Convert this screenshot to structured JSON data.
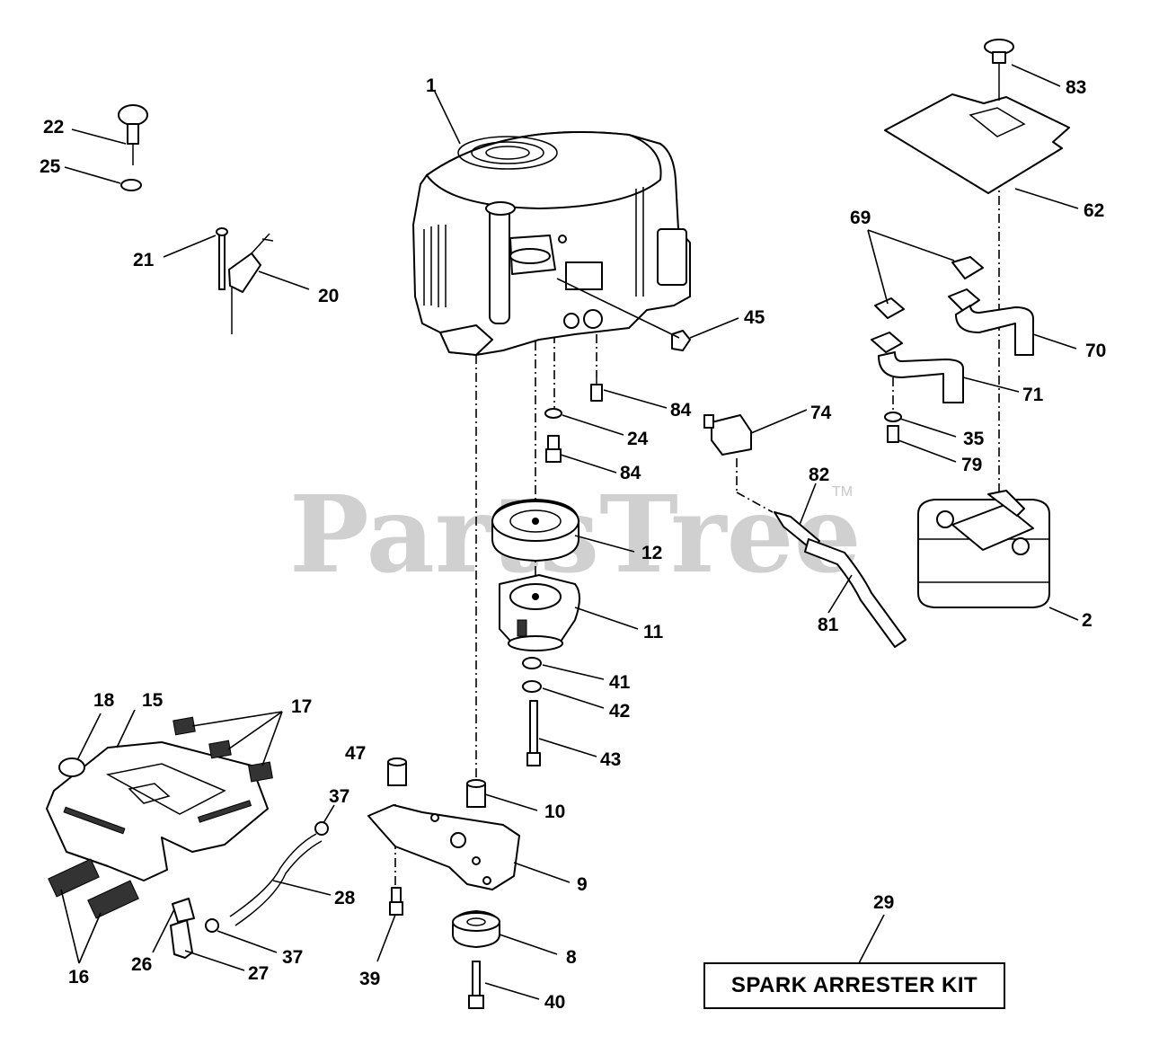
{
  "watermark": {
    "text": "PartsTree",
    "trademark": "TM"
  },
  "spark_arrester_box": {
    "label": "SPARK ARRESTER KIT"
  },
  "callouts": {
    "c1": "1",
    "c2": "2",
    "c8": "8",
    "c9": "9",
    "c10": "10",
    "c11": "11",
    "c12": "12",
    "c15": "15",
    "c16": "16",
    "c17": "17",
    "c18": "18",
    "c20": "20",
    "c21": "21",
    "c22": "22",
    "c24": "24",
    "c25": "25",
    "c26": "26",
    "c27": "27",
    "c28": "28",
    "c29": "29",
    "c35": "35",
    "c37a": "37",
    "c37b": "37",
    "c39": "39",
    "c40": "40",
    "c41": "41",
    "c42": "42",
    "c43": "43",
    "c45": "45",
    "c47": "47",
    "c62": "62",
    "c69": "69",
    "c70": "70",
    "c71": "71",
    "c74": "74",
    "c79": "79",
    "c81": "81",
    "c82": "82",
    "c83": "83",
    "c84a": "84",
    "c84b": "84"
  }
}
